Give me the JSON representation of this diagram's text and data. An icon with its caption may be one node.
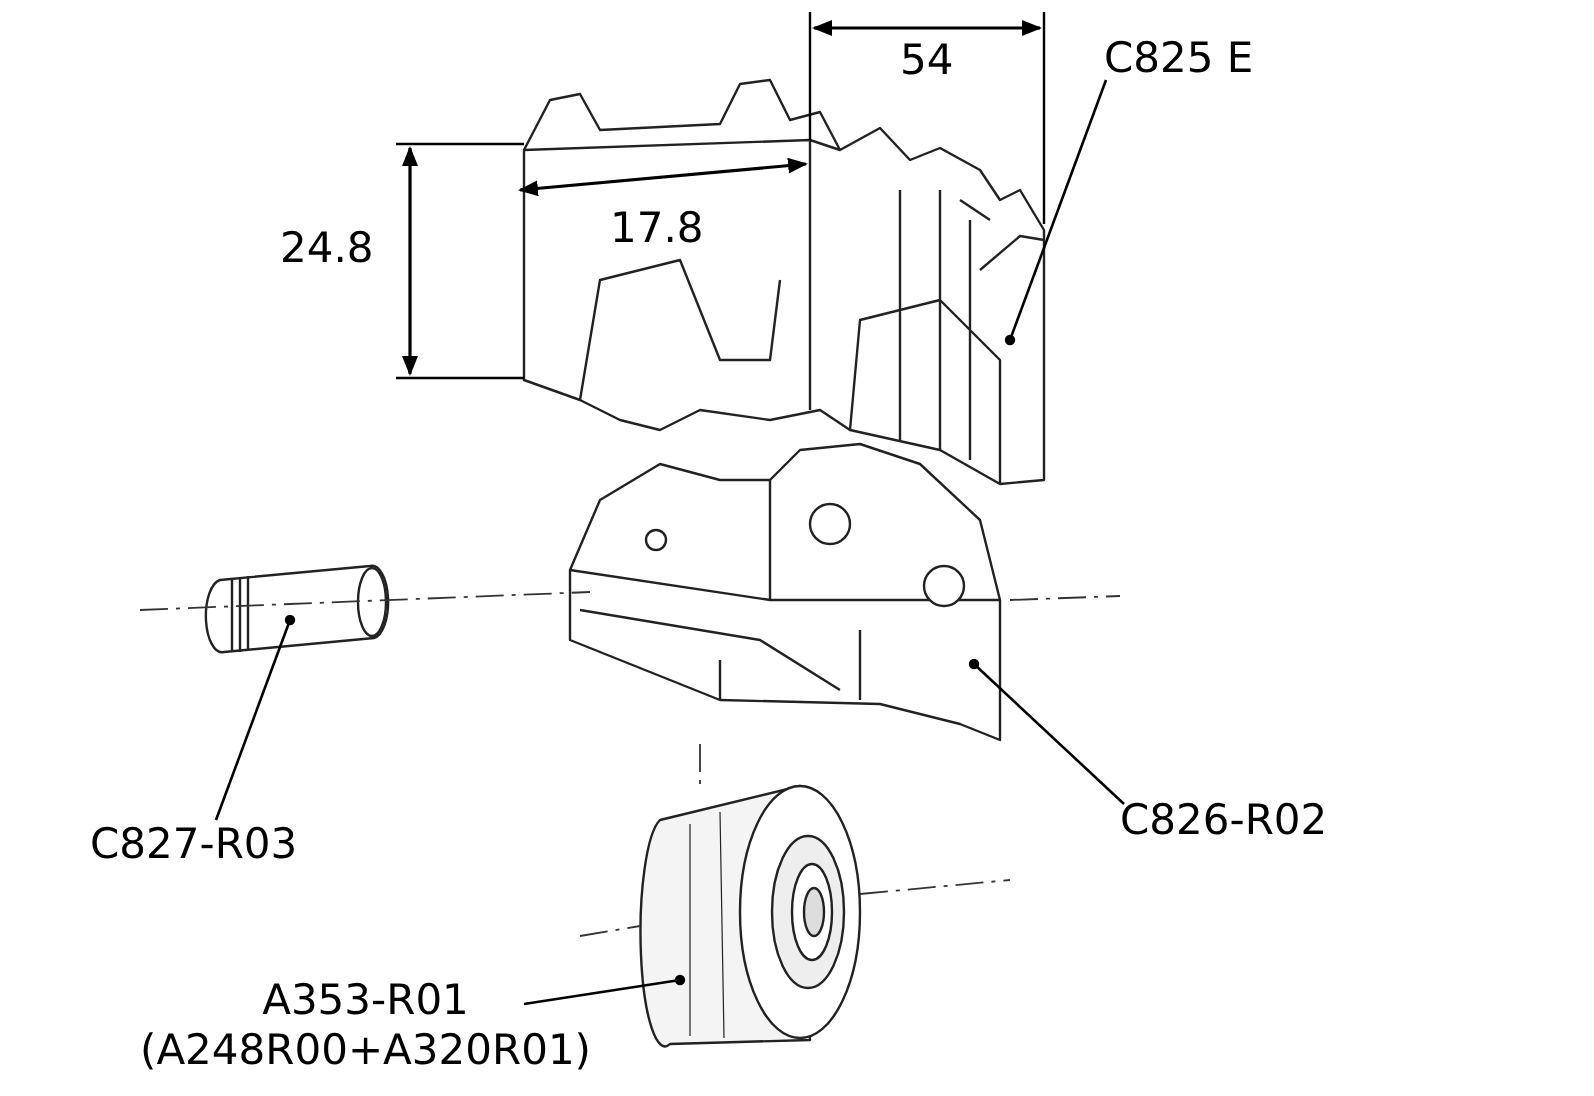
{
  "diagram": {
    "nodes": [
      {
        "text": [
          "C825 E"
        ]
      },
      {
        "text": [],
        "shape": "picture"
      },
      {
        "text": [
          "C826-R02"
        ]
      },
      {
        "text": [],
        "shape": "picture"
      },
      {
        "text": [
          "C827-R03"
        ]
      },
      {
        "text": [],
        "shape": "picture"
      },
      {
        "text": [
          "A353-R01",
          "(A248R00+A320R01)"
        ]
      },
      {
        "text": [],
        "shape": "picture"
      }
    ],
    "edges": [
      {
        "from": 0,
        "to": 1,
        "arrow": "other"
      },
      {
        "from": 2,
        "to": 3,
        "arrow": "other"
      },
      {
        "from": 4,
        "to": 5,
        "arrow": "other"
      },
      {
        "from": 6,
        "to": 7,
        "arrow": "other"
      }
    ],
    "labels": [
      "54",
      "17.8",
      "24.8"
    ]
  }
}
